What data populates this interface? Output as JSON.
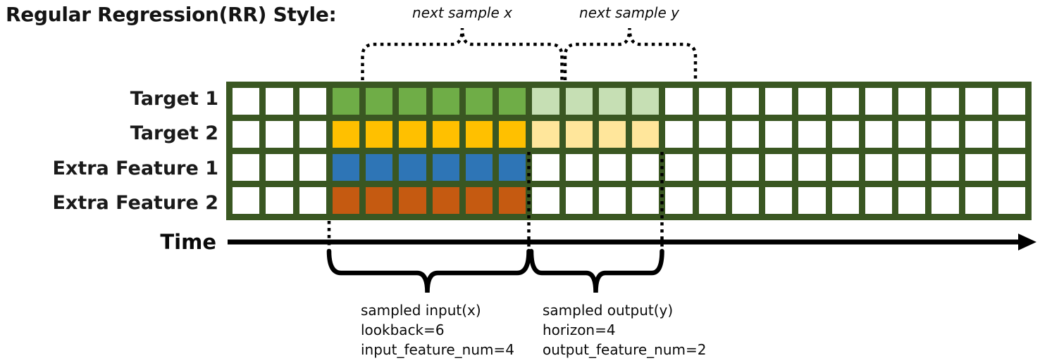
{
  "title": "Regular Regression(RR) Style:",
  "top_annotations": {
    "next_sample_x": "next sample x",
    "next_sample_y": "next sample y"
  },
  "time_axis": {
    "label": "Time"
  },
  "grid": {
    "columns": 24,
    "input_start_col": 3,
    "lookback": 6,
    "horizon": 4,
    "colors": {
      "border": "#3a5722",
      "cell_bg": "#ffffff",
      "annotation_line": "#000000"
    },
    "rows": [
      {
        "label": "Target 1",
        "input_color": "#6FAD47",
        "output_color": "#C6DFB4"
      },
      {
        "label": "Target 2",
        "input_color": "#FFC000",
        "output_color": "#FFE69B"
      },
      {
        "label": "Extra Feature 1",
        "input_color": "#2E75B6",
        "output_color": null
      },
      {
        "label": "Extra Feature 2",
        "input_color": "#C55A11",
        "output_color": null
      }
    ]
  },
  "bottom_annotations": {
    "input": {
      "lines": [
        "sampled input(x)",
        "lookback=6",
        "input_feature_num=4"
      ]
    },
    "output": {
      "lines": [
        "sampled output(y)",
        "horizon=4",
        "output_feature_num=2"
      ]
    }
  }
}
